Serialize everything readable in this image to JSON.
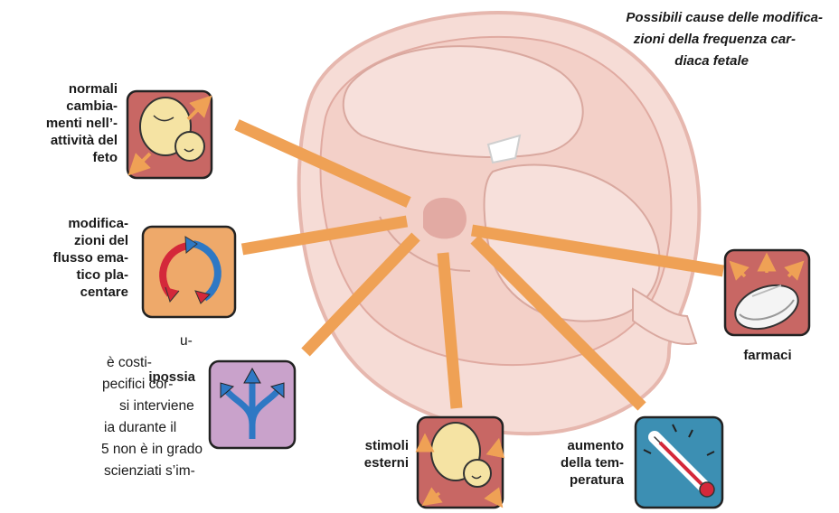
{
  "title": {
    "lines": [
      "Possibili cause delle modifica-",
      "zioni della frequenza car-",
      "diaca fetale"
    ]
  },
  "labels": {
    "activity": [
      "normali",
      "cambia-",
      "menti nell’-",
      "attività del",
      "feto"
    ],
    "flow": [
      "modifica-",
      "zioni del",
      "flusso ema-",
      "tico pla-",
      "centare"
    ],
    "hypoxia": [
      "ipossia"
    ],
    "stimuli": [
      "stimoli",
      "esterni"
    ],
    "temperature": [
      "aumento",
      "della tem-",
      "peratura"
    ],
    "drugs": [
      "farmaci"
    ]
  },
  "body_text_fragment": [
    "u-",
    "è costi-",
    "pecifici cor-",
    "si interviene",
    "ia durante il",
    "5 non è in grado",
    "scienziati s’im-"
  ],
  "icons": {
    "activity": "fetus-movement-icon",
    "flow": "circular-arrows-icon",
    "hypoxia": "branching-arrows-icon",
    "stimuli": "fetus-stimuli-icon",
    "temperature": "thermometer-icon",
    "drugs": "pill-icon"
  },
  "colors": {
    "icon_red": "#c86764",
    "icon_orange": "#eea96a",
    "icon_purple": "#c9a2cb",
    "icon_teal": "#3c8fb3",
    "ray": "#efa155",
    "uterus": "#f3d6d0",
    "center": "#e2aaa3"
  }
}
